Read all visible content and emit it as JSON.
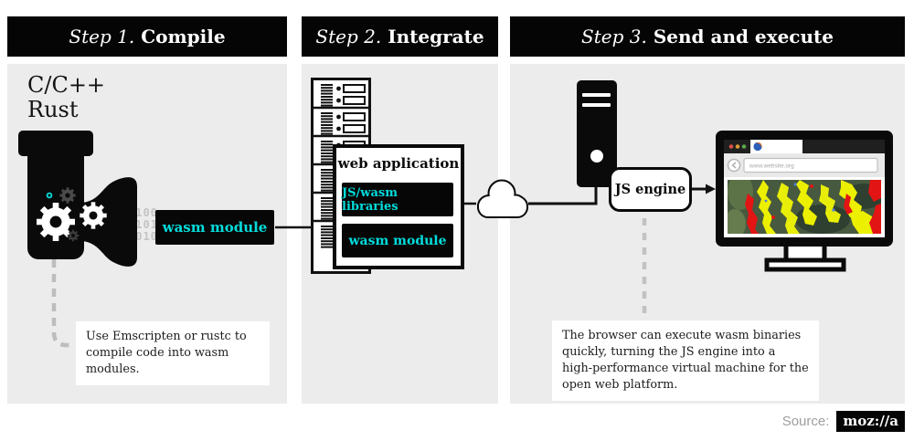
{
  "steps": [
    {
      "prefix": "Step 1.",
      "title": "Compile"
    },
    {
      "prefix": "Step 2.",
      "title": "Integrate"
    },
    {
      "prefix": "Step 3.",
      "title": "Send and execute"
    }
  ],
  "panel1": {
    "language_1": "C/C++",
    "language_2": "Rust",
    "binary_rows": [
      "0100",
      "0101",
      "1010"
    ],
    "wasm_module_label": "wasm module",
    "caption": "Use Emscripten or rustc to compile code into wasm modules."
  },
  "panel2": {
    "web_application_label": "web application",
    "library_box_label": "JS/wasm libraries",
    "wasm_module_label": "wasm module"
  },
  "panel3": {
    "js_engine_label": "JS engine",
    "browser_url": "www.website.org",
    "caption": "The browser can execute wasm binaries quickly, turning the JS engine into a high-performance virtual machine for the open web platform."
  },
  "footer": {
    "source_label": "Source:",
    "brand": "moz://a"
  },
  "colors": {
    "accent_cyan": "#00dcdc",
    "panel_gray": "#ececec",
    "header_black": "#050505"
  }
}
